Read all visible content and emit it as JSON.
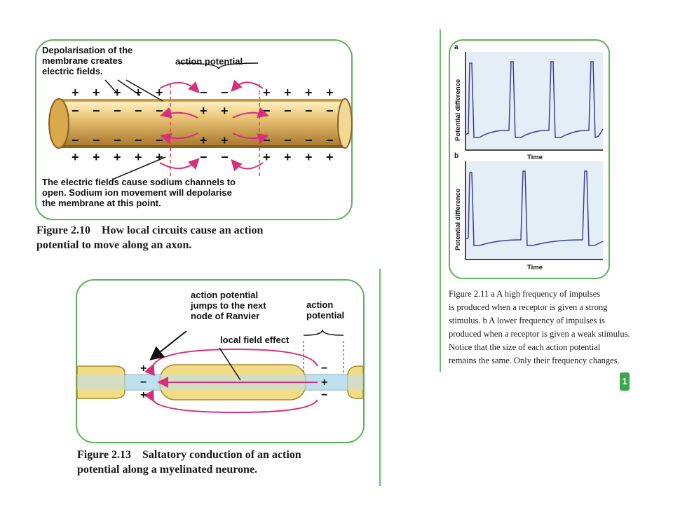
{
  "fig210": {
    "label_top_left": [
      "Depolarisation of the",
      "membrane creates",
      "electric fields."
    ],
    "label_action_potential": "action potential",
    "label_bottom": [
      "The electric fields cause sodium channels to",
      "open. Sodium ion movement will depolarise",
      "the membrane at this point."
    ],
    "caption_number": "Figure 2.10",
    "caption_text_1": "How local circuits cause an action",
    "caption_text_2": "potential to move along an axon."
  },
  "fig213": {
    "label_jumps": [
      "action potential",
      "jumps to the next",
      "node of Ranvier"
    ],
    "label_action_potential": [
      "action",
      "potential"
    ],
    "label_local_field": "local field effect",
    "caption_number": "Figure 2.13",
    "caption_text_1": "Saltatory conduction of an action",
    "caption_text_2": "potential along a myelinated neurone."
  },
  "fig211": {
    "panel_a": "a",
    "panel_b": "b",
    "ylabel": "Potential difference",
    "xlabel": "Time",
    "caption_lines": [
      "Figure 2.11   a  A high frequency of impulses",
      "is produced when a receptor is given a strong",
      "stimulus.  b  A lower frequency of impulses is",
      "produced when a receptor is given a weak stimulus.",
      "Notice that the size of each action potential",
      "remains the same. Only their frequency changes."
    ]
  },
  "badge": "1",
  "colors": {
    "frame": "#5db35d",
    "axon": "#e8c070",
    "arrow": "#d6307a",
    "trace": "#3b3f9c",
    "plotbg": "#e4eef6",
    "dash": "#e04444",
    "axon_core": "#bfe0ef"
  },
  "chart_data": [
    {
      "type": "line",
      "panel": "a",
      "description_of_series": "action potential spikes, high frequency",
      "spike_count": 4,
      "xlabel": "Time",
      "ylabel": "Potential difference"
    },
    {
      "type": "line",
      "panel": "b",
      "spike_count": 3,
      "xlabel": "Time",
      "ylabel": "Potential difference"
    }
  ]
}
